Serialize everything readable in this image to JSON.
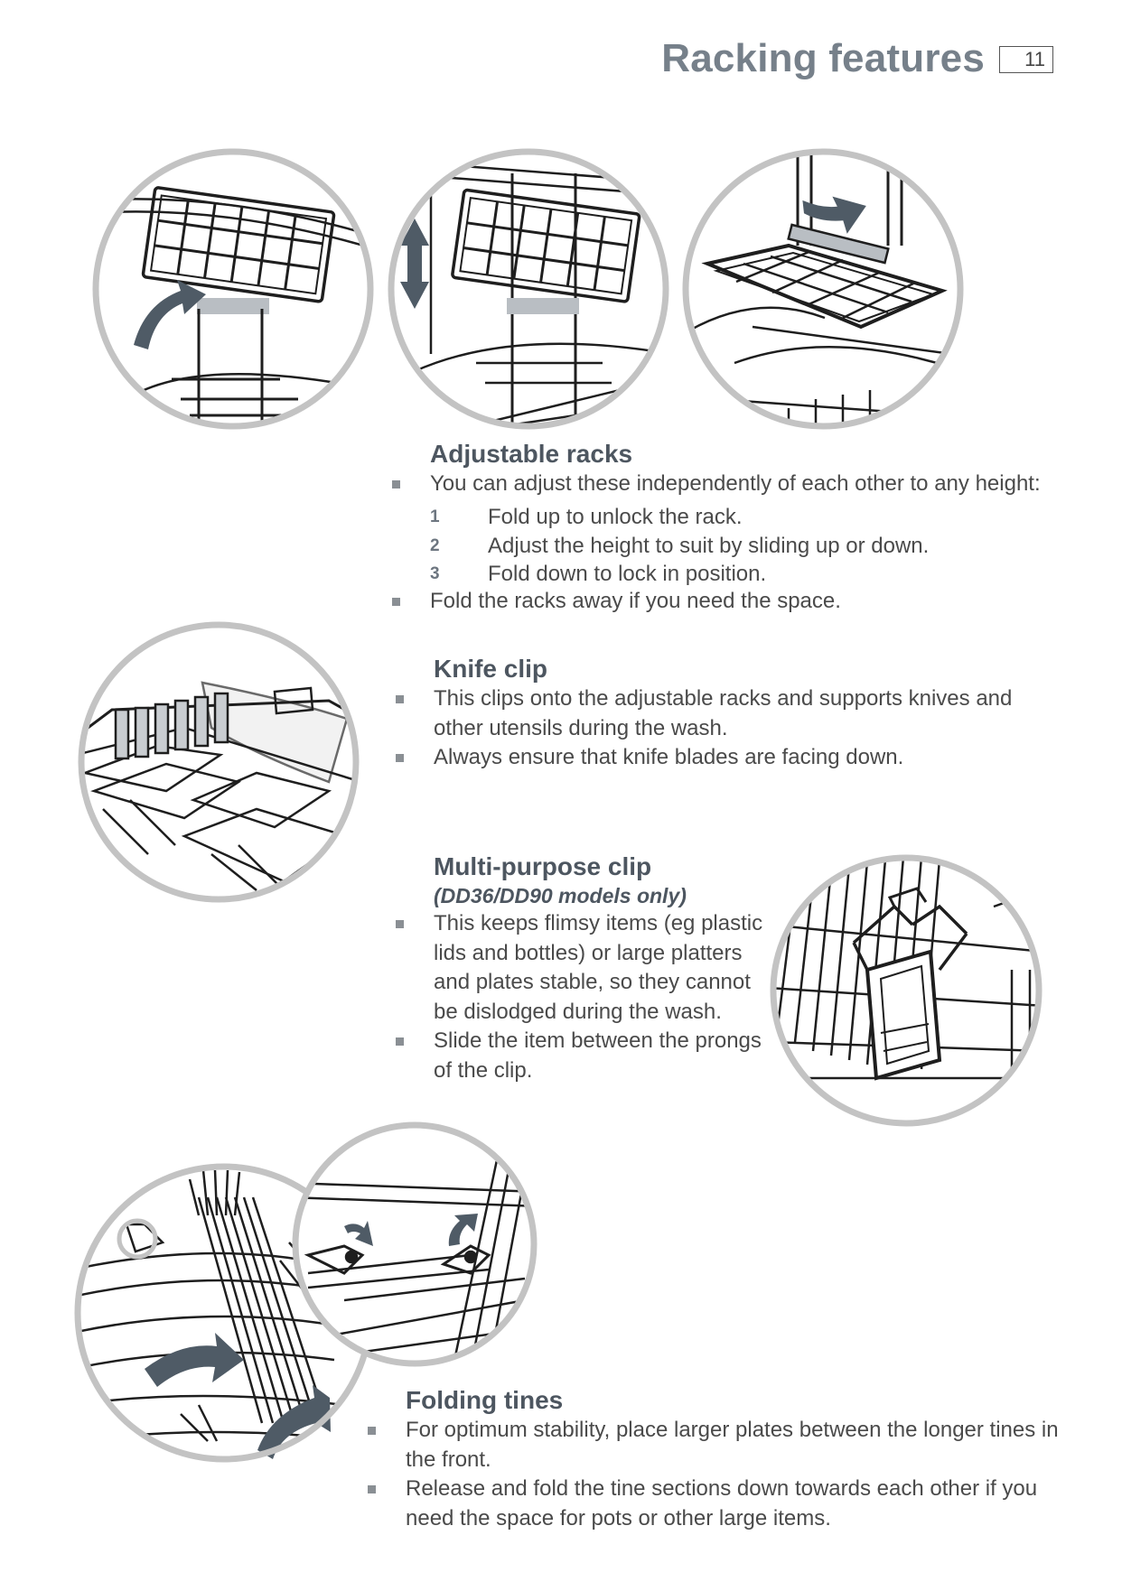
{
  "header": {
    "title": "Racking features",
    "page_number": "11"
  },
  "sections": {
    "adjustable": {
      "title": "Adjustable racks",
      "intro": "You can adjust these independently of each other to any height:",
      "steps": [
        {
          "num": "1",
          "text": "Fold up to unlock the rack."
        },
        {
          "num": "2",
          "text": "Adjust the height to suit by sliding up or down."
        },
        {
          "num": "3",
          "text": "Fold down to lock in position."
        }
      ],
      "outro": "Fold the racks away if you need the space."
    },
    "knife": {
      "title": "Knife clip",
      "bullets": [
        "This clips onto the adjustable racks and supports knives and other utensils during the wash.",
        "Always ensure that knife blades are facing down."
      ]
    },
    "multi": {
      "title": "Multi-purpose clip",
      "subtitle": "(DD36/DD90 models only)",
      "bullets": [
        "This keeps flimsy items (eg plastic lids and bottles) or large platters and plates stable, so they cannot be dislodged during the wash.",
        "Slide the item between the prongs of the clip."
      ]
    },
    "tines": {
      "title": "Folding tines",
      "bullets": [
        "For optimum stability, place larger plates between the longer tines in the front.",
        "Release and fold the tine sections down towards each other if you need the space for pots or other large items."
      ]
    }
  },
  "colors": {
    "title_gray": "#76808a",
    "circle_border": "#c3c3c3",
    "arrow_fill": "#4f5b66",
    "bullet": "#8a8f94"
  }
}
